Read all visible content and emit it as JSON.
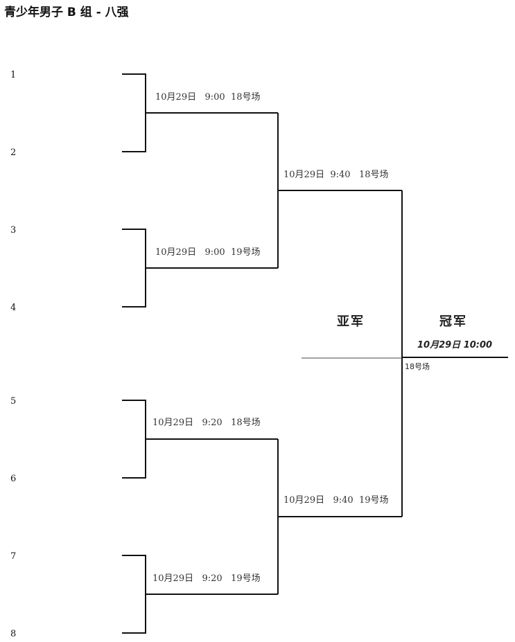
{
  "title": "青少年男子 B 组 - 八强",
  "seeds": [
    "1",
    "2",
    "3",
    "4",
    "5",
    "6",
    "7",
    "8"
  ],
  "matches": {
    "qf1": "10月29日   9:00  18号场",
    "qf2": "10月29日   9:00  19号场",
    "qf3": "10月29日   9:20   18号场",
    "qf4": "10月29日   9:20   19号场",
    "sf1": "10月29日  9:40   18号场",
    "sf2": "10月29日   9:40  19号场"
  },
  "final": {
    "runner_up_label": "亚军",
    "champion_label": "冠军",
    "time": "10月29日 10:00",
    "court": "18号场"
  }
}
